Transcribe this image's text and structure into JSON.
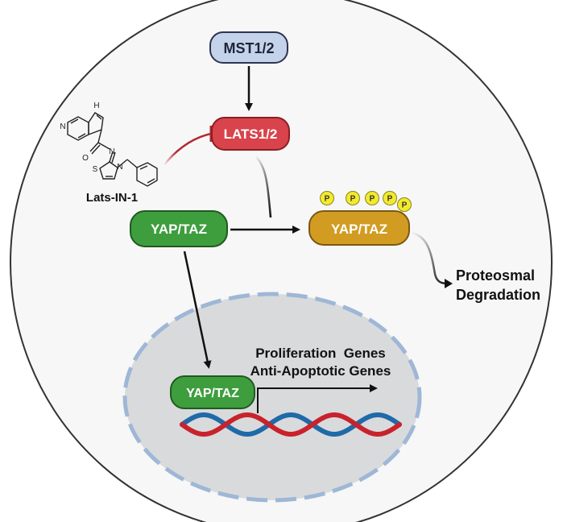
{
  "nodes": {
    "mst": "MST1/2",
    "lats": "LATS1/2",
    "yap_cyto": "YAP/TAZ",
    "yap_phospho": "YAP/TAZ",
    "yap_nuclear": "YAP/TAZ"
  },
  "inhibitor": {
    "name": "Lats-IN-1",
    "atoms": {
      "nh": "H",
      "n1": "N",
      "o": "O",
      "n2": "N",
      "s": "S",
      "n3": "N"
    }
  },
  "phosphate_label": "P",
  "phosphate_count": 5,
  "outcome": {
    "line1": "Proteosmal",
    "line2": "Degradation"
  },
  "genes": {
    "line1": "Proliferation  Genes",
    "line2": "Anti-Apoptotic Genes"
  },
  "colors": {
    "mst_fill": "#c5d3ea",
    "mst_stroke": "#2c3550",
    "lats_fill": "#d9434b",
    "lats_stroke": "#8a1f24",
    "yap_green": "#3e9e3e",
    "yap_green_stroke": "#1f5a1f",
    "yap_gold": "#d29c22",
    "yap_gold_stroke": "#7a5812",
    "phosphate": "#f3ea2c",
    "inhibition": "#b02a30",
    "dna_red": "#c8232c",
    "dna_blue": "#1f6aa8",
    "nucleus_fill": "#d9dadc",
    "nucleus_stroke": "#9fb7d6"
  }
}
